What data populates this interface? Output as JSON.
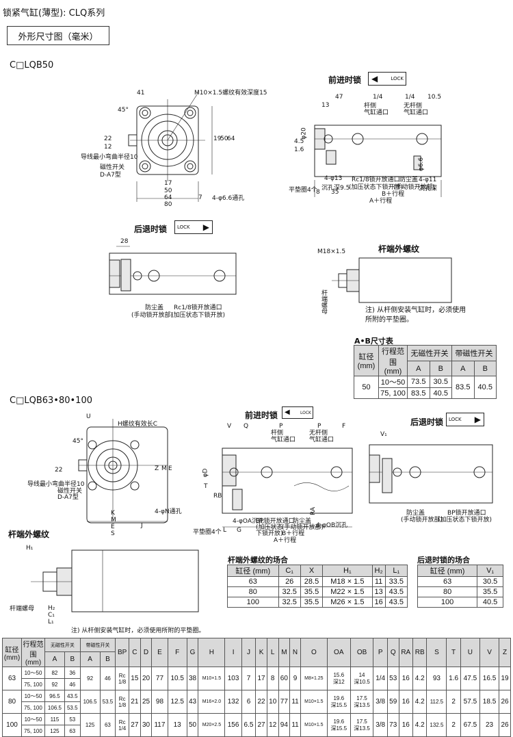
{
  "header": {
    "title": "锁紧气缸(薄型): CLQ系列",
    "dim_button": "外形尺寸图（毫米）"
  },
  "models": {
    "m50": "C□LQB50",
    "m63": "C□LQB63•80•100"
  },
  "labels": {
    "forward_lock": "前进时锁",
    "backward_lock": "后退时锁",
    "rod_thread": "杆端外螺纹",
    "lock": "LOCK",
    "note": "注) 从杆侧安装气缸时，必须使用所附的平垫圈。",
    "note2": "注) 从杆侧安装气缸时，必须使用所附的平垫圈。",
    "rod_nut": "杆端螺母",
    "rod_nut2": "杆端螺母"
  },
  "d50": {
    "front": {
      "d41": "41",
      "thread": "M10×1.5螺纹有效深度15",
      "angle": "45°",
      "d22": "22",
      "d12": "12",
      "d19": "19",
      "d50": "50",
      "d64": "64",
      "switch1": "导线最小弯曲半径10",
      "switch2": "磁性开关",
      "switch3": "D-A7型",
      "b17": "17",
      "b50": "50",
      "b64": "64",
      "b80": "80",
      "b7": "7",
      "hole": "4-φ6.6通孔"
    },
    "side": {
      "d47": "47",
      "p14a": "1/4",
      "p14b": "1/4",
      "d105": "10.5",
      "d13": "13",
      "rodport": "杆侧\n气缸通口",
      "headport": "无杆侧\n气缸通口",
      "d20": "φ20",
      "d45": "4.5",
      "d16": "1.6",
      "cb1": "4-φ13",
      "cb1b": "沉孔深9.5",
      "rel1": "Rc1/8锁开放通口",
      "rel2": "(加压状态下锁开放)",
      "cap1": "防尘盖",
      "cap2": "(手动锁开放部)",
      "cb2": "4-φ11",
      "cb2b": "沉孔深",
      "d66": "φ6.6",
      "washer": "平垫圈4个",
      "d8": "8",
      "d35": "35",
      "bst": "B＋行程",
      "ast": "A＋行程"
    },
    "back": {
      "d28": "28",
      "cap1": "防尘盖",
      "cap2": "(手动锁开放部)",
      "rel1": "Rc1/8锁开放通口",
      "rel2": "(加压状态下锁开放)"
    },
    "rod": {
      "m18": "M18×1.5"
    }
  },
  "t1": {
    "title": "A•B尺寸表",
    "h_bore": "缸径\n(mm)",
    "h_range": "行程范围\n(mm)",
    "h_nomag": "无磁性开关",
    "h_mag": "带磁性开关",
    "A": "A",
    "B": "B",
    "A2": "A",
    "B2": "B",
    "bore": "50",
    "r1": "10～50",
    "r2": "75, 100",
    "a1": "73.5",
    "b1": "30.5",
    "a2": "83.5",
    "b2": "40.5",
    "ma": "83.5",
    "mb": "40.5"
  },
  "d63": {
    "front": {
      "u": "U",
      "thread": "H螺纹有效长C",
      "angle": "45°",
      "sw1": "导线最小弯曲半径10",
      "sw2": "磁性开关",
      "sw3": "D-A7型",
      "k": "K",
      "m": "M",
      "e": "E",
      "s": "S",
      "j": "J",
      "hole": "4-φN通孔",
      "zz": "Z",
      "mm": "M",
      "ee": "E",
      "d22": "22"
    },
    "side": {
      "v": "V",
      "q": "Q",
      "p1": "P",
      "p2": "P",
      "f": "F",
      "rodp": "杆侧\n气缸通口",
      "headp": "无杆侧\n气缸通口",
      "bp": "BP锁开放通口",
      "bp2": "(加压状态",
      "bp3": "下锁开放)",
      "cap": "防尘盖",
      "cap2": "(手动锁开放部)",
      "oa": "4-φOA沉孔",
      "ob": "4-φOB沉孔",
      "washer": "平垫圈4个",
      "l": "L",
      "g": "G",
      "bst": "B＋行程",
      "ast": "A＋行程",
      "d": "φD",
      "t": "T",
      "rb": "RB",
      "ra": "RA"
    },
    "back": {
      "v1": "V₁",
      "cap": "防尘盖",
      "cap2": "(手动锁开放部)",
      "bp": "BP锁开放通口",
      "bp2": "(加压状态下锁开放)"
    },
    "rod": {
      "h1": "H₁",
      "h2": "H₂",
      "c1": "C₁",
      "l1": "L₁"
    }
  },
  "t2": {
    "title": "杆端外螺纹的场合",
    "cols": [
      "缸径 (mm)",
      "C₁",
      "X",
      "H₁",
      "H₂",
      "L₁"
    ],
    "rows": [
      [
        "63",
        "26",
        "28.5",
        "M18 × 1.5",
        "11",
        "33.5"
      ],
      [
        "80",
        "32.5",
        "35.5",
        "M22 × 1.5",
        "13",
        "43.5"
      ],
      [
        "100",
        "32.5",
        "35.5",
        "M26 × 1.5",
        "16",
        "43.5"
      ]
    ]
  },
  "t3": {
    "title": "后退时锁的场合",
    "cols": [
      "缸径 (mm)",
      "V₁"
    ],
    "rows": [
      [
        "63",
        "30.5"
      ],
      [
        "80",
        "35.5"
      ],
      [
        "100",
        "40.5"
      ]
    ]
  },
  "t4": {
    "h_bore": "缸径\n(mm)",
    "h_range": "行程范围\n(mm)",
    "h_nomag": "无磁性开关",
    "h_mag": "带磁性开关",
    "cols": [
      "BP",
      "C",
      "D",
      "E",
      "F",
      "G",
      "H",
      "I",
      "J",
      "K",
      "L",
      "M",
      "N",
      "O",
      "OA",
      "OB",
      "P",
      "Q",
      "RA",
      "RB",
      "S",
      "T",
      "U",
      "V",
      "Z"
    ],
    "sub": [
      "A",
      "B",
      "A",
      "B"
    ],
    "groups": [
      {
        "bore": "63",
        "r": [
          "10～50",
          "75, 100"
        ],
        "a": [
          "82",
          "92"
        ],
        "b": [
          "36",
          "46"
        ],
        "ma": "92",
        "mb": "46",
        "v": [
          "Rc\n1/8",
          "15",
          "20",
          "77",
          "10.5",
          "38",
          "M10×1.5",
          "103",
          "7",
          "17",
          "8",
          "60",
          "9",
          "M8×1.25",
          "15.6\n深12",
          "14\n深10.5",
          "1/4",
          "53",
          "16",
          "4.2",
          "93",
          "1.6",
          "47.5",
          "16.5",
          "19"
        ]
      },
      {
        "bore": "80",
        "r": [
          "10～50",
          "75, 100"
        ],
        "a": [
          "96.5",
          "106.5"
        ],
        "b": [
          "43.5",
          "53.5"
        ],
        "ma": "106.5",
        "mb": "53.5",
        "v": [
          "Rc\n1/8",
          "21",
          "25",
          "98",
          "12.5",
          "43",
          "M16×2.0",
          "132",
          "6",
          "22",
          "10",
          "77",
          "11",
          "M10×1.5",
          "19.6\n深15.5",
          "17.5\n深13.5",
          "3/8",
          "59",
          "16",
          "4.2",
          "112.5",
          "2",
          "57.5",
          "18.5",
          "26"
        ]
      },
      {
        "bore": "100",
        "r": [
          "10～50",
          "75, 100"
        ],
        "a": [
          "115",
          "125"
        ],
        "b": [
          "53",
          "63"
        ],
        "ma": "125",
        "mb": "63",
        "v": [
          "Rc\n1/4",
          "27",
          "30",
          "117",
          "13",
          "50",
          "M20×2.5",
          "156",
          "6.5",
          "27",
          "12",
          "94",
          "11",
          "M10×1.5",
          "19.6\n深15.5",
          "17.5\n深13.5",
          "3/8",
          "73",
          "16",
          "4.2",
          "132.5",
          "2",
          "67.5",
          "23",
          "26"
        ]
      }
    ]
  }
}
